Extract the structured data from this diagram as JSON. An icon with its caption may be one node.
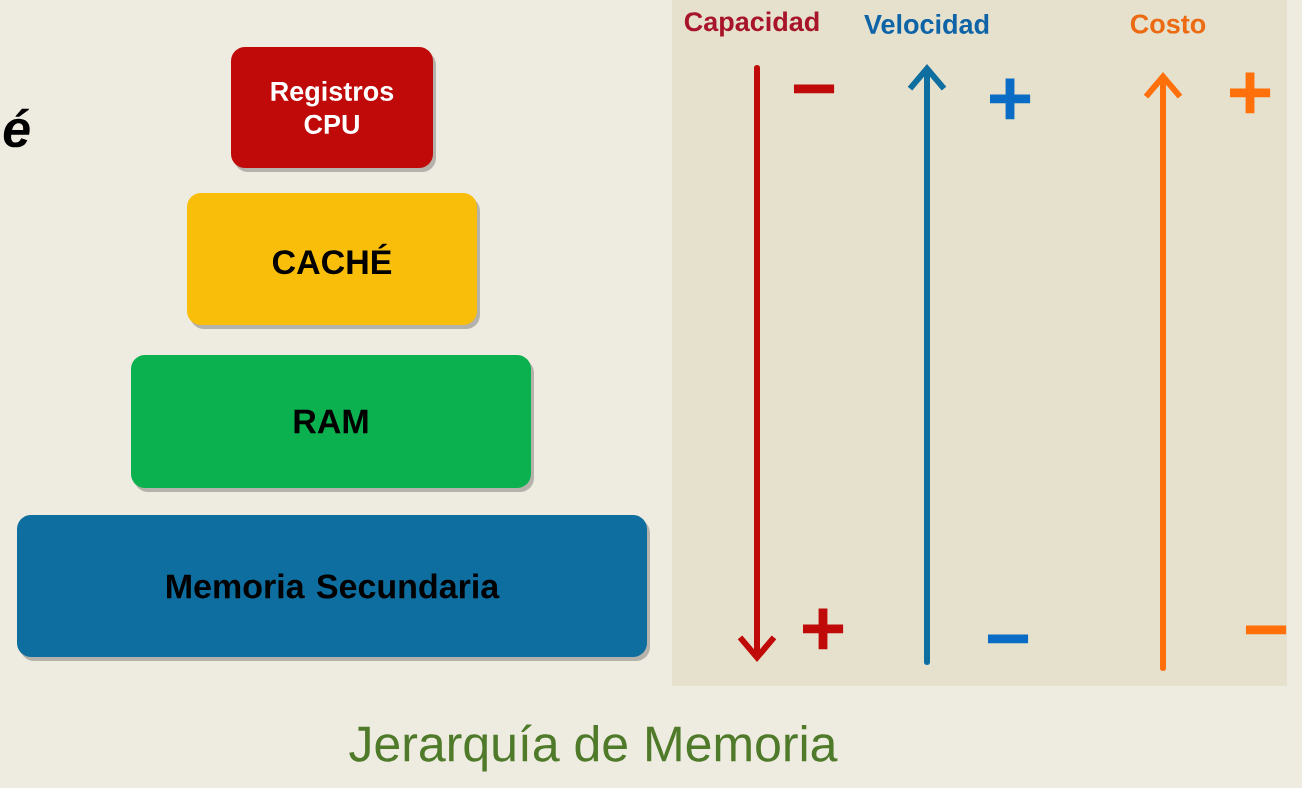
{
  "diagram": {
    "caption": "Jerarquía de Memoria",
    "nodes": [
      {
        "text": [
          "Registros CPU"
        ]
      },
      {
        "text": [
          "CACHÉ"
        ]
      },
      {
        "text": [
          "RAM"
        ]
      },
      {
        "text": [
          "Memoria Secundaria"
        ]
      }
    ],
    "labels": [
      "é",
      "Capacidad",
      "Velocidad",
      "Costo",
      "−",
      "+",
      "+",
      "+",
      "−",
      "−"
    ]
  }
}
